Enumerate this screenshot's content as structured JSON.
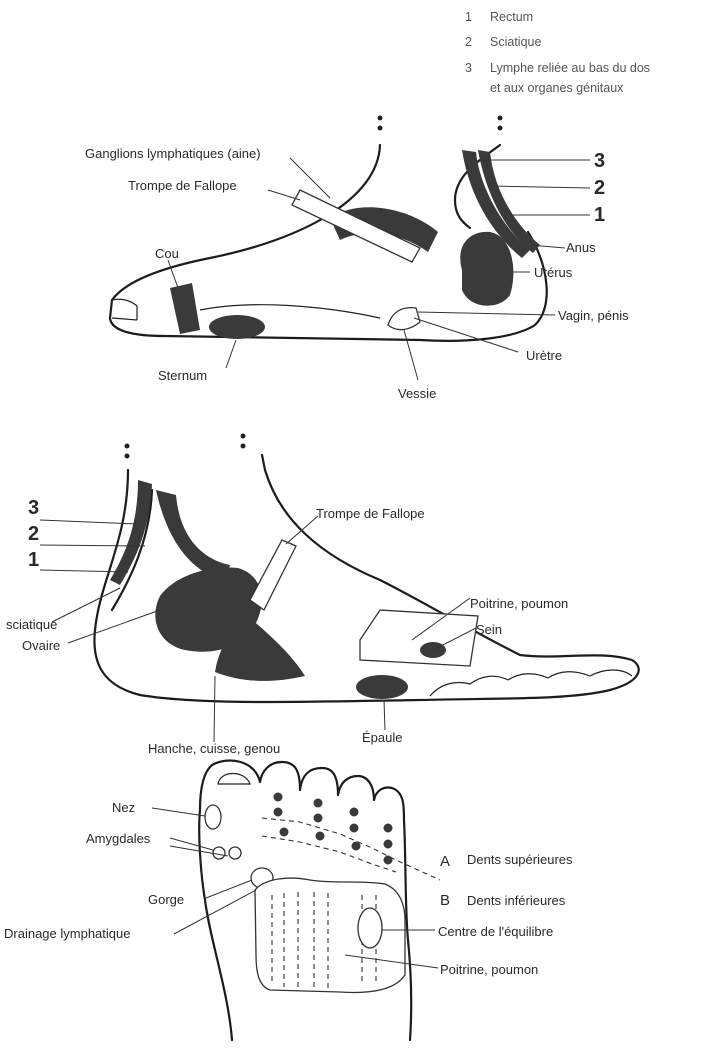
{
  "legend": {
    "items": [
      {
        "num": "1",
        "text": "Rectum"
      },
      {
        "num": "2",
        "text": "Sciatique"
      },
      {
        "num": "3",
        "text": "Lymphe reliée au bas du dos"
      }
    ],
    "continuation": "et aux organes génitaux"
  },
  "diagram_inner": {
    "labels": {
      "ganglions": "Ganglions lymphatiques (aine)",
      "trompe": "Trompe de Fallope",
      "cou": "Cou",
      "sternum": "Sternum",
      "vessie": "Vessie",
      "uretre": "Urètre",
      "vagin": "Vagin, pénis",
      "uterus": "Utérus",
      "anus": "Anus"
    },
    "numbers": [
      "3",
      "2",
      "1"
    ]
  },
  "diagram_outer": {
    "labels": {
      "trompe": "Trompe de Fallope",
      "poitrine": "Poitrine, poumon",
      "sein": "Sein",
      "sciatique": "sciatique",
      "ovaire": "Ovaire",
      "hanche": "Hanche, cuisse, genou",
      "epaule": "Épaule"
    },
    "numbers": [
      "3",
      "2",
      "1"
    ]
  },
  "diagram_top": {
    "labels": {
      "nez": "Nez",
      "amygdales": "Amygdales",
      "gorge": "Gorge",
      "drainage": "Drainage lymphatique",
      "centre": "Centre de l'équilibre",
      "poitrine": "Poitrine, poumon"
    },
    "a_letter": "A",
    "a_text": "Dents supérieures",
    "b_letter": "B",
    "b_text": "Dents inférieures"
  }
}
